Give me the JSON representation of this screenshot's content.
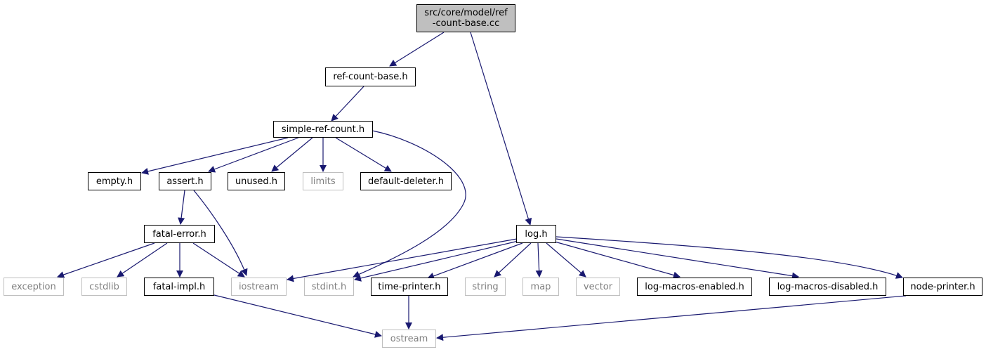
{
  "colors": {
    "edge": "#191970",
    "box_border": "#000000",
    "ext_border": "#bfbfbf",
    "ext_text": "#7f7f7f",
    "root_fill": "#bfbfbf"
  },
  "nodes": {
    "root": "src/core/model/ref\n-count-base.cc",
    "ref_count_base_h": "ref-count-base.h",
    "simple_ref_count_h": "simple-ref-count.h",
    "empty_h": "empty.h",
    "assert_h": "assert.h",
    "unused_h": "unused.h",
    "limits": "limits",
    "default_deleter_h": "default-deleter.h",
    "fatal_error_h": "fatal-error.h",
    "exception": "exception",
    "cstdlib": "cstdlib",
    "fatal_impl_h": "fatal-impl.h",
    "iostream": "iostream",
    "stdint_h": "stdint.h",
    "log_h": "log.h",
    "time_printer_h": "time-printer.h",
    "string": "string",
    "map": "map",
    "vector": "vector",
    "log_macros_enabled_h": "log-macros-enabled.h",
    "log_macros_disabled_h": "log-macros-disabled.h",
    "node_printer_h": "node-printer.h",
    "ostream": "ostream"
  }
}
